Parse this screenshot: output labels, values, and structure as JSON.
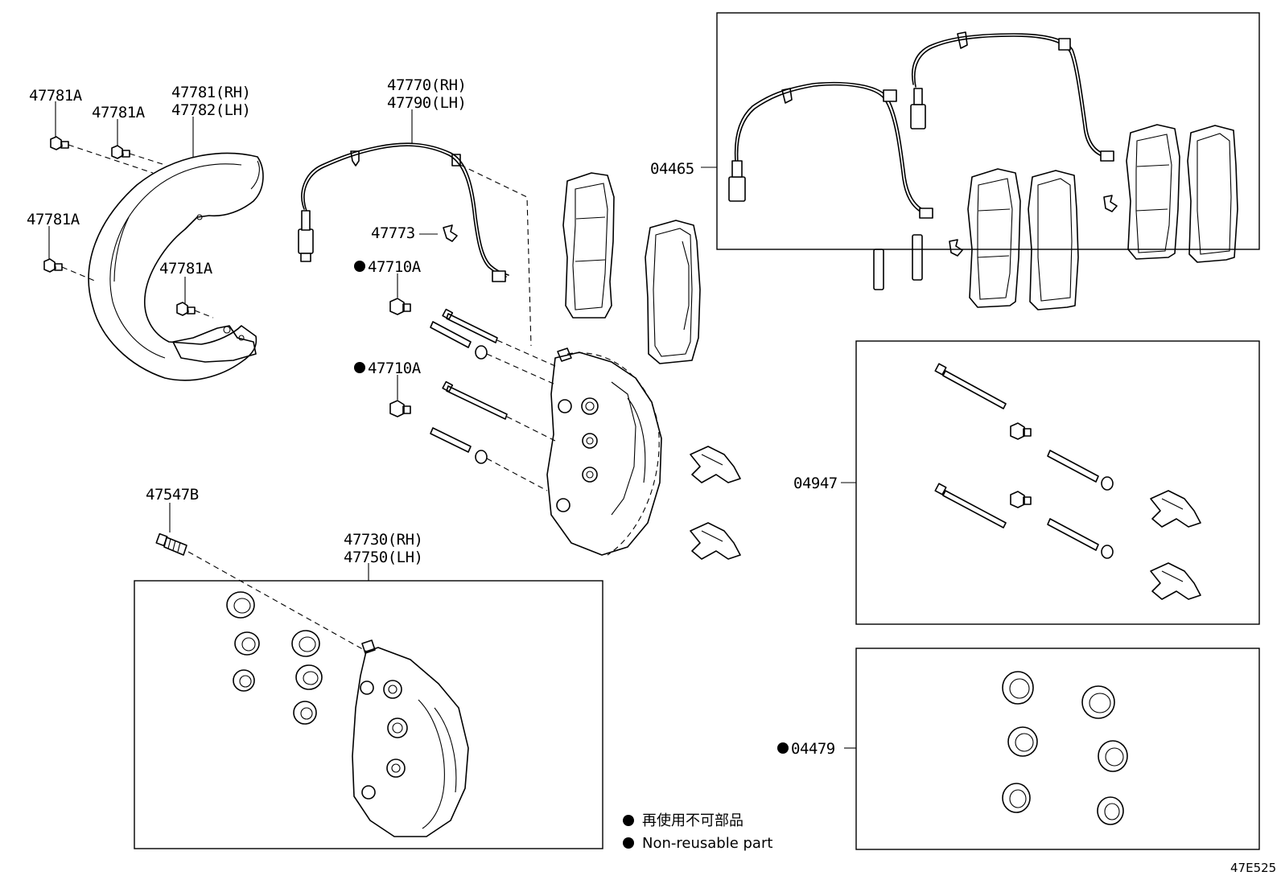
{
  "labels": {
    "shield_bolt_1": "47781A",
    "shield_bolt_2": "47781A",
    "shield_rh": "47781(RH)",
    "shield_lh": "47782(LH)",
    "shield_bolt_3": "47781A",
    "shield_bolt_4": "47781A",
    "sensor_rh": "47770(RH)",
    "sensor_lh": "47790(LH)",
    "clip": "47773",
    "bolt_top": "47710A",
    "bolt_mid": "47710A",
    "bleeder": "47547B",
    "caliper_rh": "47730(RH)",
    "caliper_lh": "47750(LH)",
    "pad_kit": "04465",
    "pin_kit": "04947",
    "seal_kit": "04479"
  },
  "legend": {
    "jp": "再使用不可部品",
    "en": "Non-reusable part"
  },
  "reference": "47E525"
}
